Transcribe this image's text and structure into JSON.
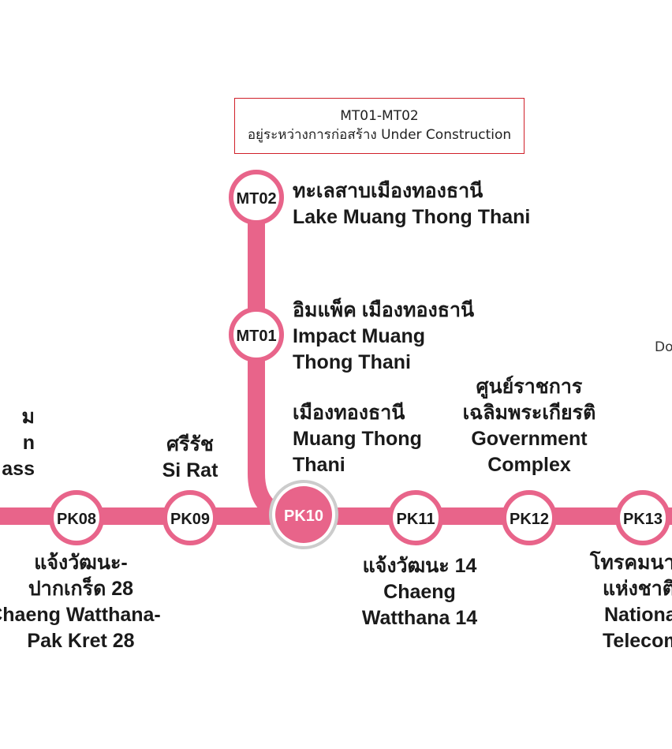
{
  "line_color": "#e8648a",
  "hub_ring_color": "#cccccc",
  "notice": {
    "line1": "MT01-MT02",
    "line2": "อยู่ระหว่างการก่อสร้าง Under Construction"
  },
  "stations": {
    "MT02": {
      "code": "MT02",
      "th": "ทะเลสาบเมืองทองธานี",
      "en": "Lake Muang Thong Thani"
    },
    "MT01": {
      "code": "MT01",
      "th": "อิมแพ็ค เมืองทองธานี",
      "en1": "Impact Muang",
      "en2": "Thong Thani"
    },
    "PK10": {
      "code": "PK10",
      "th": "เมืองทองธานี",
      "en1": "Muang Thong",
      "en2": "Thani"
    },
    "PK09": {
      "code": "PK09",
      "th": "ศรีรัช",
      "en": "Si Rat"
    },
    "PK08": {
      "code": "PK08",
      "th1": "แจ้งวัฒนะ-",
      "th2": "ปากเกร็ด 28",
      "en1": "Chaeng Watthana-",
      "en2": "Pak Kret 28"
    },
    "PK11": {
      "code": "PK11",
      "th": "แจ้งวัฒนะ 14",
      "en1": "Chaeng",
      "en2": "Watthana 14"
    },
    "PK12": {
      "code": "PK12",
      "th1": "ศูนย์ราชการ",
      "th2": "เฉลิมพระเกียรติ",
      "en1": "Government",
      "en2": "Complex"
    },
    "PK13": {
      "code": "PK13",
      "th1": "โทรคมนาคม",
      "th2": "แห่งชาติ",
      "en1": "National",
      "en2": "Telecom"
    }
  },
  "left_edge": {
    "line1": "ม",
    "line2": "n",
    "line3": "ass"
  },
  "right_edge": {
    "text": "Do"
  }
}
